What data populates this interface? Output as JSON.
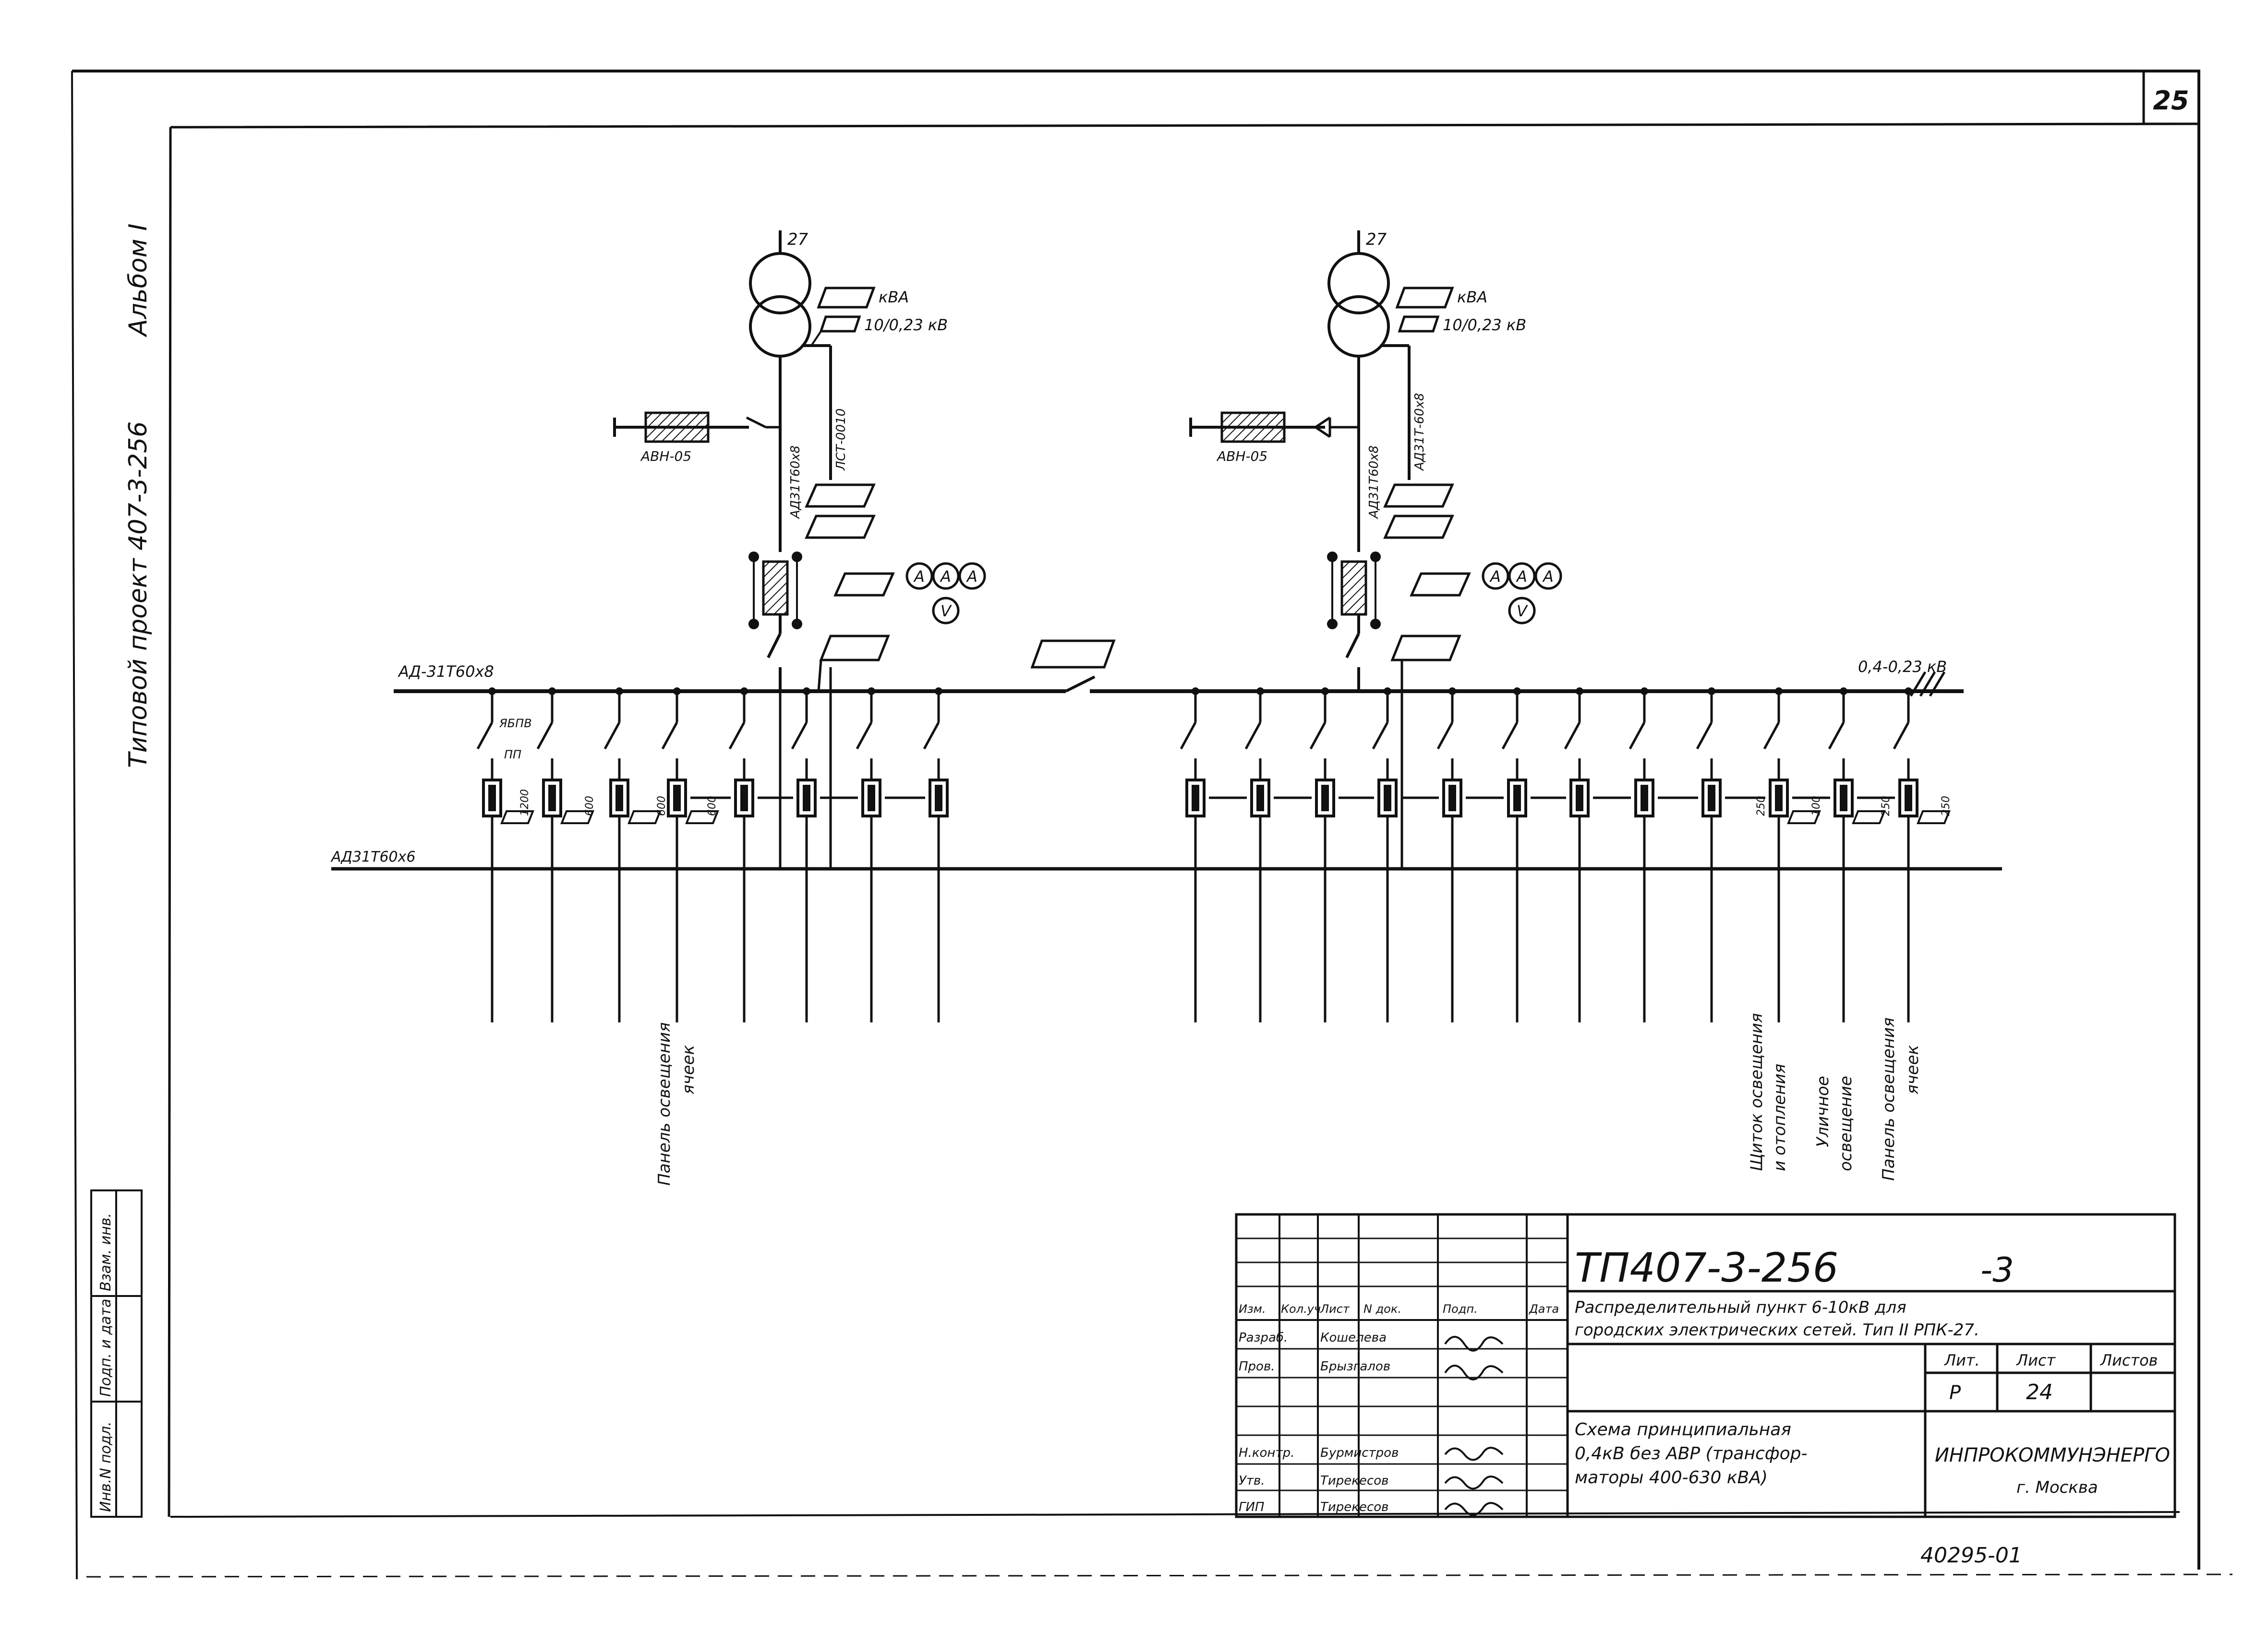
{
  "sheet": {
    "page_number": "25",
    "album_label": "Альбом I",
    "project_label": "Типовой проект 407-3-256",
    "footer_number": "40295-01"
  },
  "left_strip": {
    "labels": [
      "Инв.N подл.",
      "Подп. и дата",
      "Взам. инв."
    ]
  },
  "transformers": [
    {
      "id_label": "27",
      "rating_label": "кВА",
      "voltage_label": "10/0,23 кВ",
      "arrester_label": "АВН-05",
      "cable_label_1": "ЛСТ-0010",
      "cable_label_2": "АД31Т60х8"
    },
    {
      "id_label": "27",
      "rating_label": "кВА",
      "voltage_label": "10/0,23 кВ",
      "arrester_label": "АВН-05",
      "cable_label_1": "АД31Т60х8",
      "cable_label_2": "АД31Т-60х8"
    }
  ],
  "meters": {
    "ammeter_symbol": "A",
    "voltmeter_symbol": "V"
  },
  "busbars": {
    "upper_left_label": "АД-31Т60х8",
    "upper_right_label": "0,4-0,23 кВ",
    "lower_left_label": "АД31Т60х6"
  },
  "left_feeder_labels": [
    "ЯБПВ",
    "ПП",
    "1200",
    "600",
    "600",
    "600"
  ],
  "right_feeder_labels": [
    "250",
    "100",
    "250",
    "250"
  ],
  "feeder_destinations": {
    "left": [
      "Панель освещения",
      "ячеек"
    ],
    "right_1": [
      "Щиток освещения",
      "и отопления"
    ],
    "right_2": [
      "Уличное",
      "освещение"
    ],
    "right_3": [
      "Панель освещения",
      "ячеек"
    ]
  },
  "title_block": {
    "document_code": "ТП407-3-256",
    "sheet_suffix": "-3",
    "description_line1": "Распределительный пункт 6-10кВ для",
    "description_line2": "городских электрических сетей. Тип II РПК-27.",
    "drawing_title_line1": "Схема принципиальная",
    "drawing_title_line2": "0,4кВ без АВР (трансфор-",
    "drawing_title_line3": "маторы 400-630 кВА)",
    "lit_header": "Лит.",
    "sheet_header": "Лист",
    "sheets_header": "Листов",
    "lit_value": "Р",
    "sheet_value": "24",
    "sheets_value": "",
    "organization": "ИНПРОКОММУНЭНЕРГО",
    "city": "г. Москва",
    "stamp_columns": [
      "Изм.",
      "Кол.уч",
      "Лист",
      "N док.",
      "Подп.",
      "Дата"
    ],
    "roles": [
      "Разраб.",
      "Пров.",
      "",
      "Н.контр.",
      "Утв.",
      "ГИП"
    ],
    "names": [
      "Кошелева",
      "Брызгалов",
      "",
      "Бурмистров",
      "Тирекесов",
      "Тирекесов"
    ]
  }
}
